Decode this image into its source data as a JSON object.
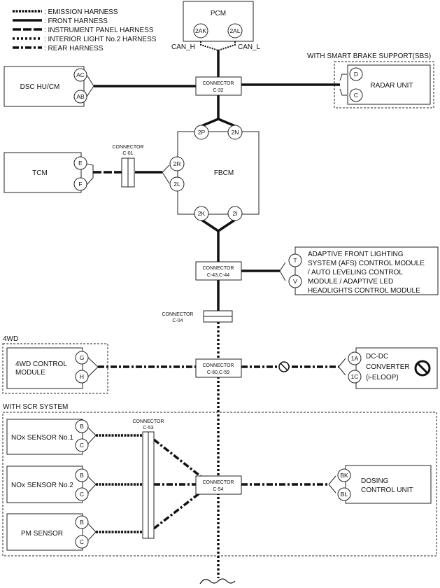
{
  "legend": [
    {
      "key": "emission",
      "label": ": EMISSION HARNESS"
    },
    {
      "key": "front",
      "label": ": FRONT HARNESS"
    },
    {
      "key": "instrument",
      "label": ": INSTRUMENT PANEL HARNESS"
    },
    {
      "key": "interior",
      "label": ": INTERIOR LIGHT No.2 HARNESS"
    },
    {
      "key": "rear",
      "label": ": REAR HARNESS"
    }
  ],
  "pcm": {
    "label": "PCM",
    "pins": [
      "2AK",
      "2AL"
    ],
    "can_h": "CAN_H",
    "can_l": "CAN_L"
  },
  "dsc": {
    "label": "DSC HU/CM",
    "pins": [
      "AC",
      "AB"
    ]
  },
  "connectors": {
    "c32": {
      "title": "CONNECTOR",
      "code": "C-32"
    },
    "c01": {
      "title": "CONNECTOR",
      "code": "C-01"
    },
    "c43": {
      "title": "CONNECTOR",
      "code": "C-43,C-44"
    },
    "c04": {
      "title": "CONNECTOR",
      "code": "C-04"
    },
    "c60": {
      "title": "CONNECTOR",
      "code": "C-60,C-59"
    },
    "c53": {
      "title": "CONNECTOR",
      "code": "C-53"
    },
    "c54": {
      "title": "CONNECTOR",
      "code": "C-54"
    }
  },
  "sbs": {
    "group": "WITH SMART BRAKE SUPPORT(SBS)",
    "label": "RADAR UNIT",
    "pins": [
      "D",
      "C"
    ]
  },
  "tcm": {
    "label": "TCM",
    "pins": [
      "E",
      "F"
    ]
  },
  "fbcm": {
    "label": "FBCM",
    "pins": [
      "2P",
      "2N",
      "2R",
      "2L",
      "2K",
      "2I"
    ]
  },
  "afs": {
    "lines": [
      "ADAPTIVE FRONT LIGHTING",
      "SYSTEM (AFS) CONTROL MODULE",
      "/ AUTO LEVELING CONTROL",
      "MODULE / ADAPTIVE LED",
      "HEADLIGHTS CONTROL MODULE"
    ],
    "pins": [
      "T",
      "V"
    ]
  },
  "awd": {
    "group": "4WD",
    "label_lines": [
      "4WD CONTROL",
      "MODULE"
    ],
    "pins": [
      "G",
      "H"
    ]
  },
  "dcdc": {
    "label_lines": [
      "DC-DC",
      "CONVERTER",
      "(i-ELOOP)"
    ],
    "pins": [
      "1A",
      "1C"
    ]
  },
  "scr": {
    "group": "WITH SCR SYSTEM",
    "nox1": {
      "label": "NOx SENSOR No.1",
      "pins": [
        "B",
        "C"
      ]
    },
    "nox2": {
      "label": "NOx SENSOR No.2",
      "pins": [
        "B",
        "C"
      ]
    },
    "pm": {
      "label": "PM SENSOR",
      "pins": [
        "B",
        "C"
      ]
    },
    "dosing": {
      "label_lines": [
        "DOSING",
        "CONTROL UNIT"
      ],
      "pins": [
        "BK",
        "BL"
      ]
    }
  },
  "icons": {
    "prohibit": "prohibit-icon",
    "dcdc_prohibit": "no-entry-icon",
    "wave_break": "wave-break-icon"
  }
}
